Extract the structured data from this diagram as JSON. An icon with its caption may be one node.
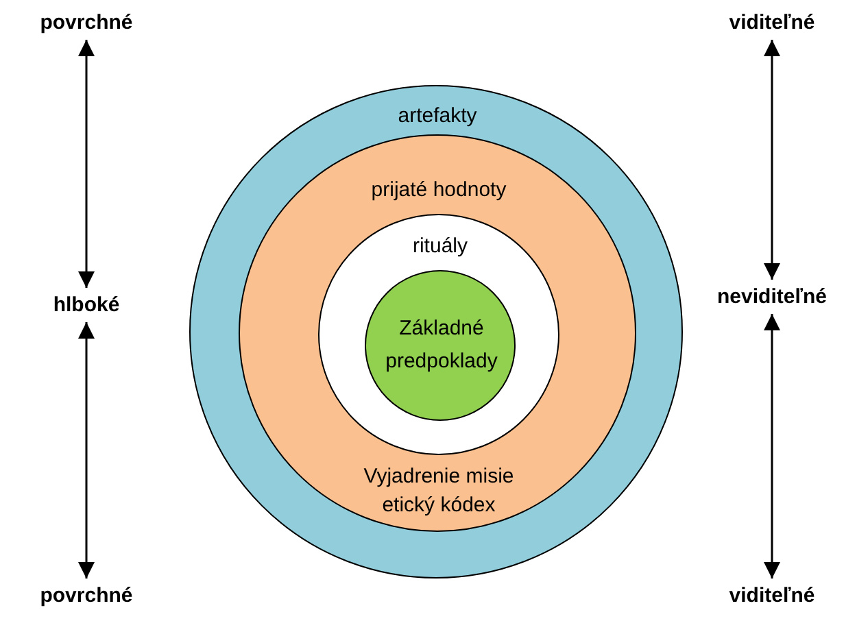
{
  "diagram": {
    "nodes": [
      {
        "text": [
          "povrchné"
        ]
      },
      {
        "text": [
          "viditeľné"
        ]
      },
      {
        "text": [
          "artefakty"
        ]
      },
      {
        "text": [
          "prijaté hodnoty",
          "Vyjadrenie misie etický kódex"
        ],
        "in": 2
      },
      {
        "text": [
          "rituály"
        ],
        "in": 3
      },
      {
        "text": [
          "Základné predpoklady"
        ],
        "in": 4
      },
      {
        "text": [
          "hlboké"
        ]
      },
      {
        "text": [
          "neviditeľné"
        ]
      },
      {
        "text": [
          "povrchné"
        ]
      },
      {
        "text": [
          "viditeľné"
        ]
      }
    ],
    "edges": [
      {
        "from": 0,
        "to": 6,
        "arrow": "both"
      },
      {
        "from": 6,
        "to": 8,
        "arrow": "both"
      },
      {
        "from": 1,
        "to": 7,
        "arrow": "both"
      },
      {
        "from": 7,
        "to": 9,
        "arrow": "both"
      }
    ]
  }
}
